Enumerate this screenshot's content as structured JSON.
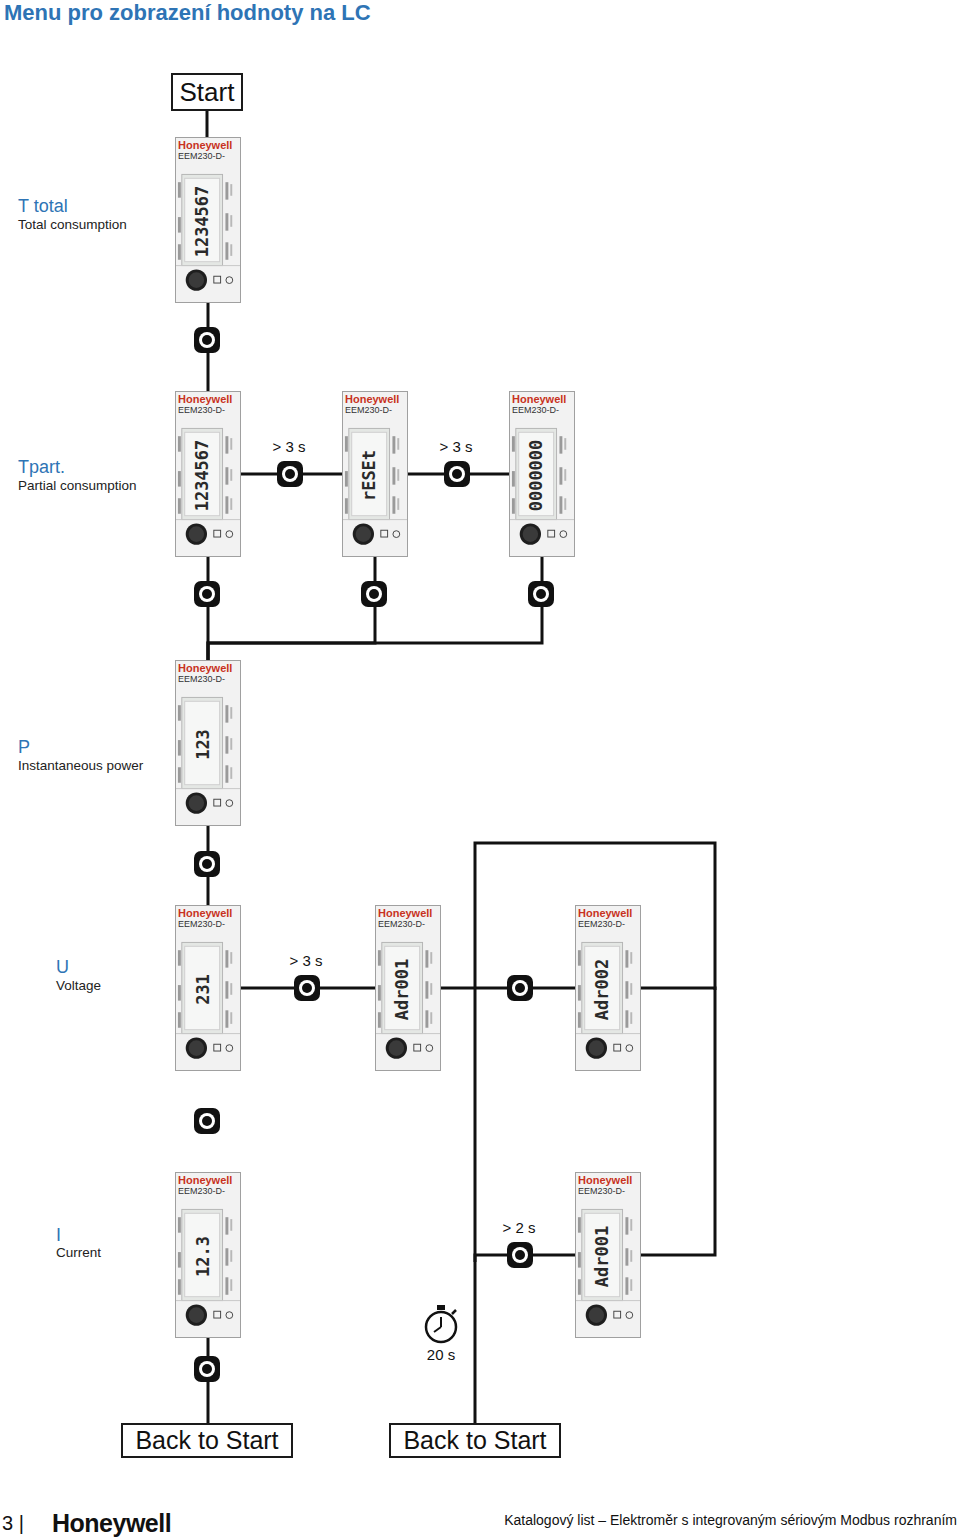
{
  "diagram": {
    "title": "Menu pro zobrazení hodnoty na LC",
    "nodes": [
      {
        "text": [
          "Start"
        ]
      },
      {
        "text": [
          "Honeywell",
          "EEM230-D-",
          "1234567"
        ]
      },
      {
        "text": [
          "Honeywell",
          "EEM230-D-",
          "1234567"
        ]
      },
      {
        "text": [
          "Honeywell",
          "EEM230-D-",
          "rESEt"
        ]
      },
      {
        "text": [
          "Honeywell",
          "EEM230-D-",
          "0000000"
        ]
      },
      {
        "text": [
          "Honeywell",
          "EEM230-D-",
          "123"
        ]
      },
      {
        "text": [
          "Honeywell",
          "EEM230-D-",
          "231"
        ]
      },
      {
        "text": [
          "Honeywell",
          "EEM230-D-",
          "Adr001"
        ]
      },
      {
        "text": [
          "Honeywell",
          "EEM230-D-",
          "Adr002"
        ]
      },
      {
        "text": [
          "Honeywell",
          "EEM230-D-",
          "12.3"
        ]
      },
      {
        "text": [
          "Honeywell",
          "EEM230-D-",
          "Adr001"
        ]
      },
      {
        "text": [
          "Back to Start"
        ]
      },
      {
        "text": [
          "Back to Start"
        ]
      }
    ],
    "edges": [
      {
        "from": 0,
        "to": 1,
        "arrow": "none"
      },
      {
        "from": 1,
        "to": 2,
        "arrow": "none"
      },
      {
        "from": 2,
        "to": 3,
        "label": "> 3 s",
        "arrow": "none"
      },
      {
        "from": 3,
        "to": 4,
        "label": "> 3 s",
        "arrow": "none"
      },
      {
        "from": 2,
        "to": 5,
        "arrow": "none"
      },
      {
        "from": 3,
        "to": 5,
        "arrow": "none"
      },
      {
        "from": 4,
        "to": 5,
        "arrow": "none"
      },
      {
        "from": 5,
        "to": 6,
        "arrow": "none"
      },
      {
        "from": 6,
        "to": 7,
        "label": "> 3 s",
        "arrow": "none"
      },
      {
        "from": 7,
        "to": 8,
        "arrow": "none"
      },
      {
        "from": 8,
        "to": 10,
        "arrow": "none"
      },
      {
        "from": 9,
        "to": 11,
        "arrow": "none"
      },
      {
        "from": 10,
        "to": 12,
        "label": "> 2 s",
        "arrow": "none"
      }
    ],
    "labels": [
      "T total",
      "Total consumption",
      "Tpart.",
      "Partial consumption",
      "P",
      "Instantaneous power",
      "U",
      "Voltage",
      "I",
      "Current",
      "20 s",
      "3 |",
      "Honeywell",
      "Katalogový list – Elektroměr s integrovaným sériovým Modbus rozhraním"
    ]
  }
}
